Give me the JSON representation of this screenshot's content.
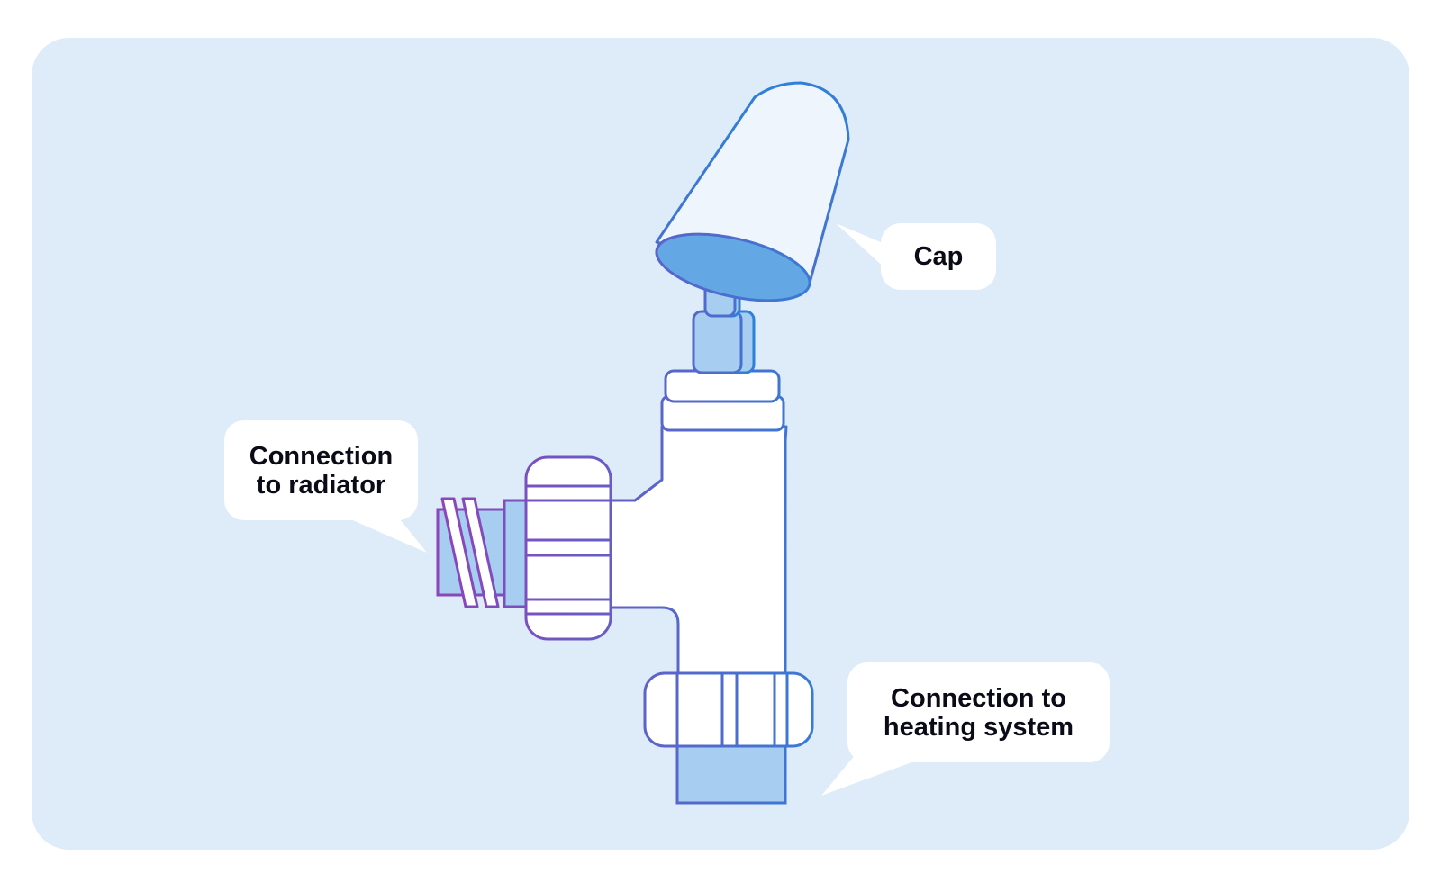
{
  "labels": {
    "cap": "Cap",
    "radiator_line1": "Connection",
    "radiator_line2": "to radiator",
    "heating_line1": "Connection to",
    "heating_line2": "heating system"
  },
  "colors": {
    "background": "#ddecf8",
    "callout": "#ffffff",
    "outline_purple": "#8e44b8",
    "outline_blue": "#2f80d8",
    "fill_light_blue": "#a7cdf0",
    "fill_cap_face": "#63a8e4",
    "fill_cap_body": "#eef5fd",
    "text": "#0b0b18"
  }
}
